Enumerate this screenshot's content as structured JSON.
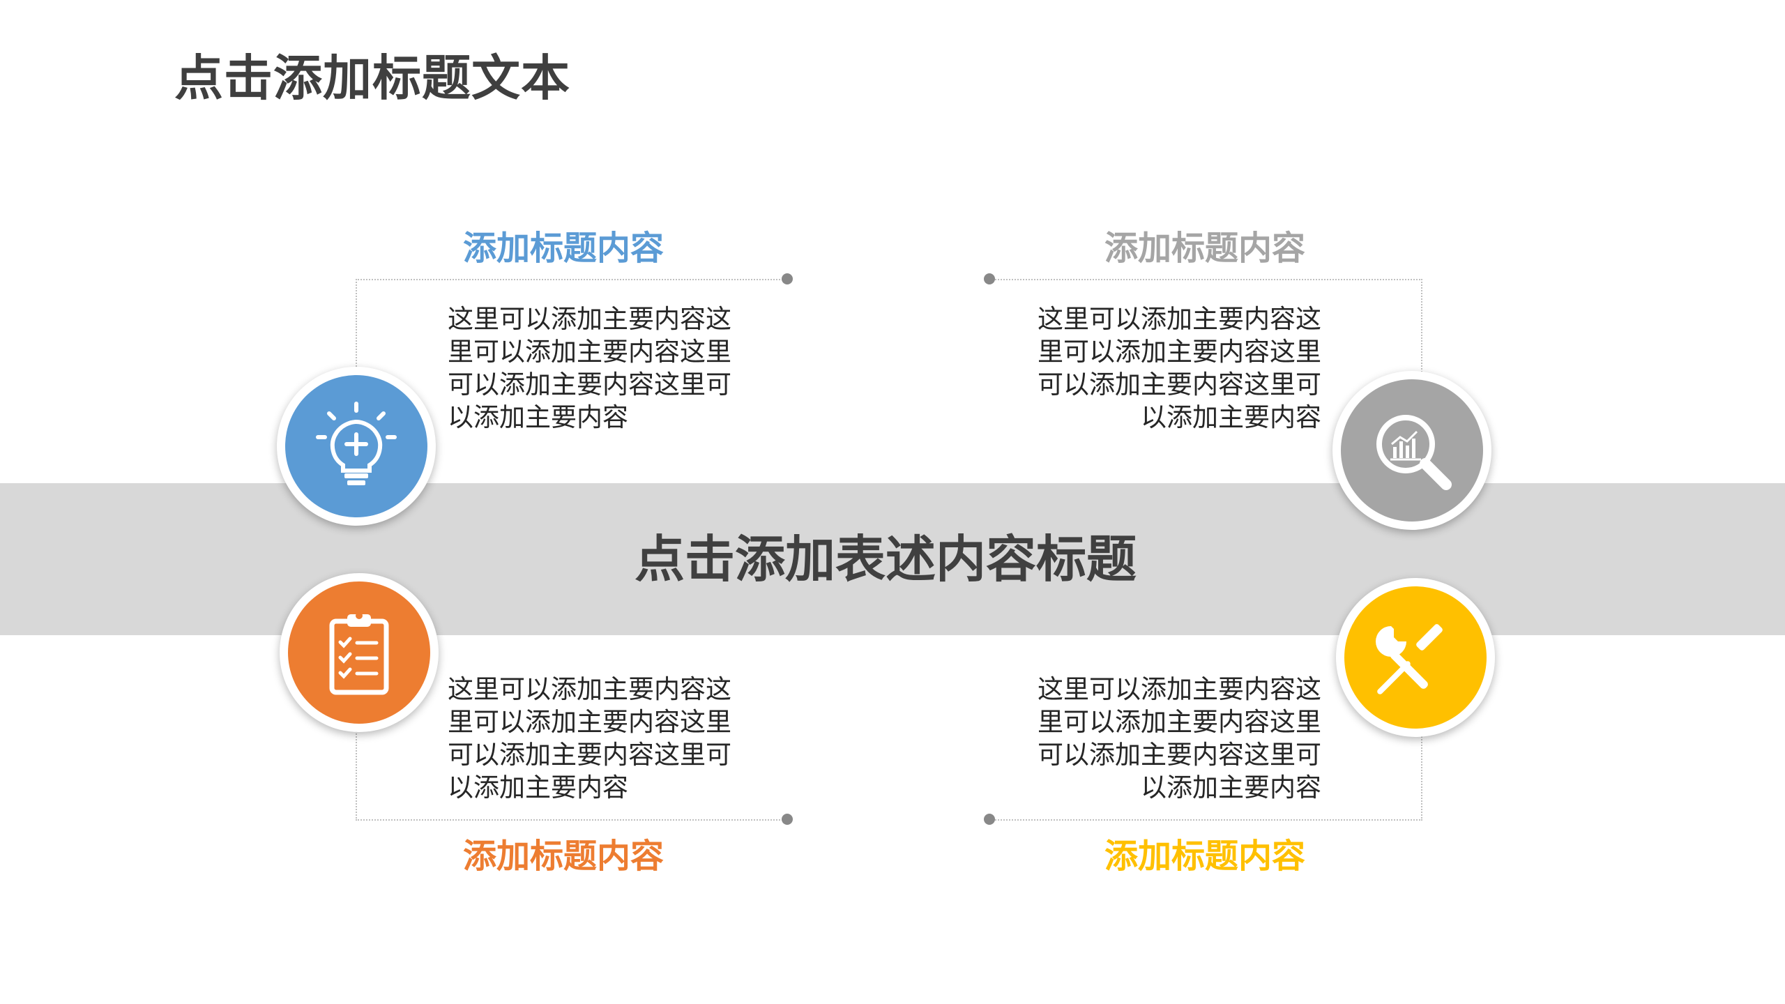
{
  "slide": {
    "title": "点击添加标题文本",
    "center_title": "点击添加表述内容标题"
  },
  "sections": [
    {
      "title": "添加标题内容",
      "body": "这里可以添加主要内容这里可以添加主要内容这里可以添加主要内容这里可以添加主要内容",
      "color": "#5b9bd5",
      "icon": "lightbulb-plus-icon"
    },
    {
      "title": "添加标题内容",
      "body": "这里可以添加主要内容这里可以添加主要内容这里可以添加主要内容这里可以添加主要内容",
      "color": "#a5a5a5",
      "icon": "magnifier-chart-icon"
    },
    {
      "title": "添加标题内容",
      "body": "这里可以添加主要内容这里可以添加主要内容这里可以添加主要内容这里可以添加主要内容",
      "color": "#ed7d31",
      "icon": "clipboard-checklist-icon"
    },
    {
      "title": "添加标题内容",
      "body": "这里可以添加主要内容这里可以添加主要内容这里可以添加主要内容这里可以添加主要内容",
      "color": "#ffc000",
      "icon": "wrench-screwdriver-icon"
    }
  ]
}
